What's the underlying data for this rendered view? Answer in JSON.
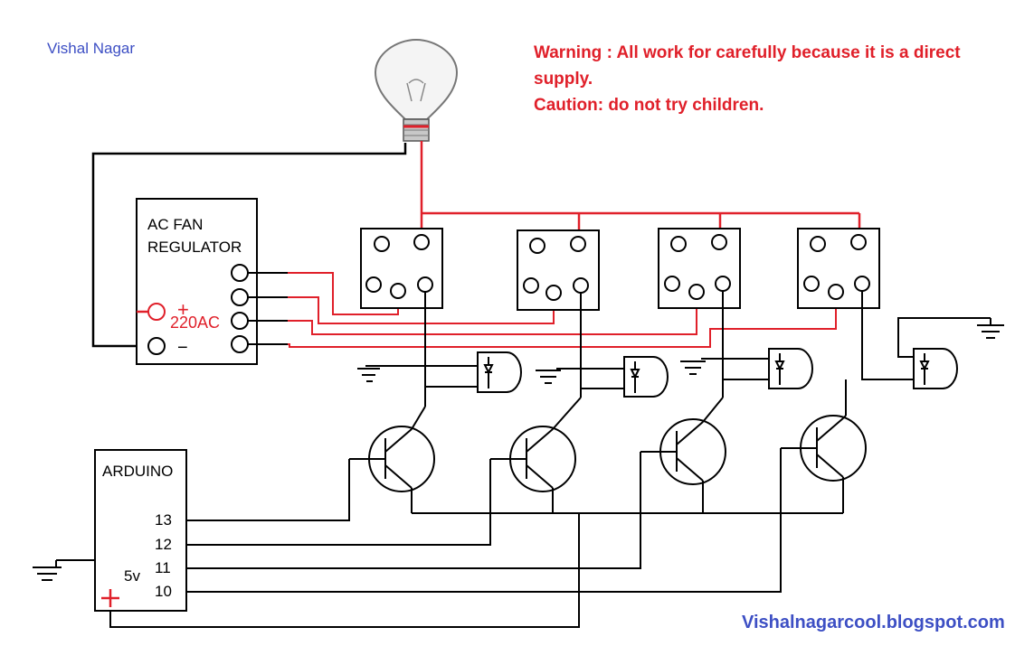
{
  "header": {
    "author": "Vishal Nagar",
    "warning_line1": "Warning : All work for carefully because it is a direct supply.",
    "warning_line2": "Caution: do not try children."
  },
  "regulator": {
    "label_line1": "AC FAN",
    "label_line2": "REGULATOR",
    "voltage_label": "220AC",
    "plus": "+",
    "minus": "−"
  },
  "arduino": {
    "label": "ARDUINO",
    "pins": [
      "13",
      "12",
      "11",
      "10"
    ],
    "power_label": "5v",
    "plus": "+"
  },
  "footer": {
    "blog": "Vishalnagarcool.blogspot.com"
  },
  "colors": {
    "wire_black": "#000000",
    "wire_red": "#e0202a",
    "text_blue": "#3d4fc4"
  },
  "icons": {
    "bulb": "light-bulb-icon",
    "ground": "ground-icon",
    "transistor": "npn-transistor-icon",
    "relay": "relay-icon",
    "optocoupler": "optocoupler-icon"
  }
}
